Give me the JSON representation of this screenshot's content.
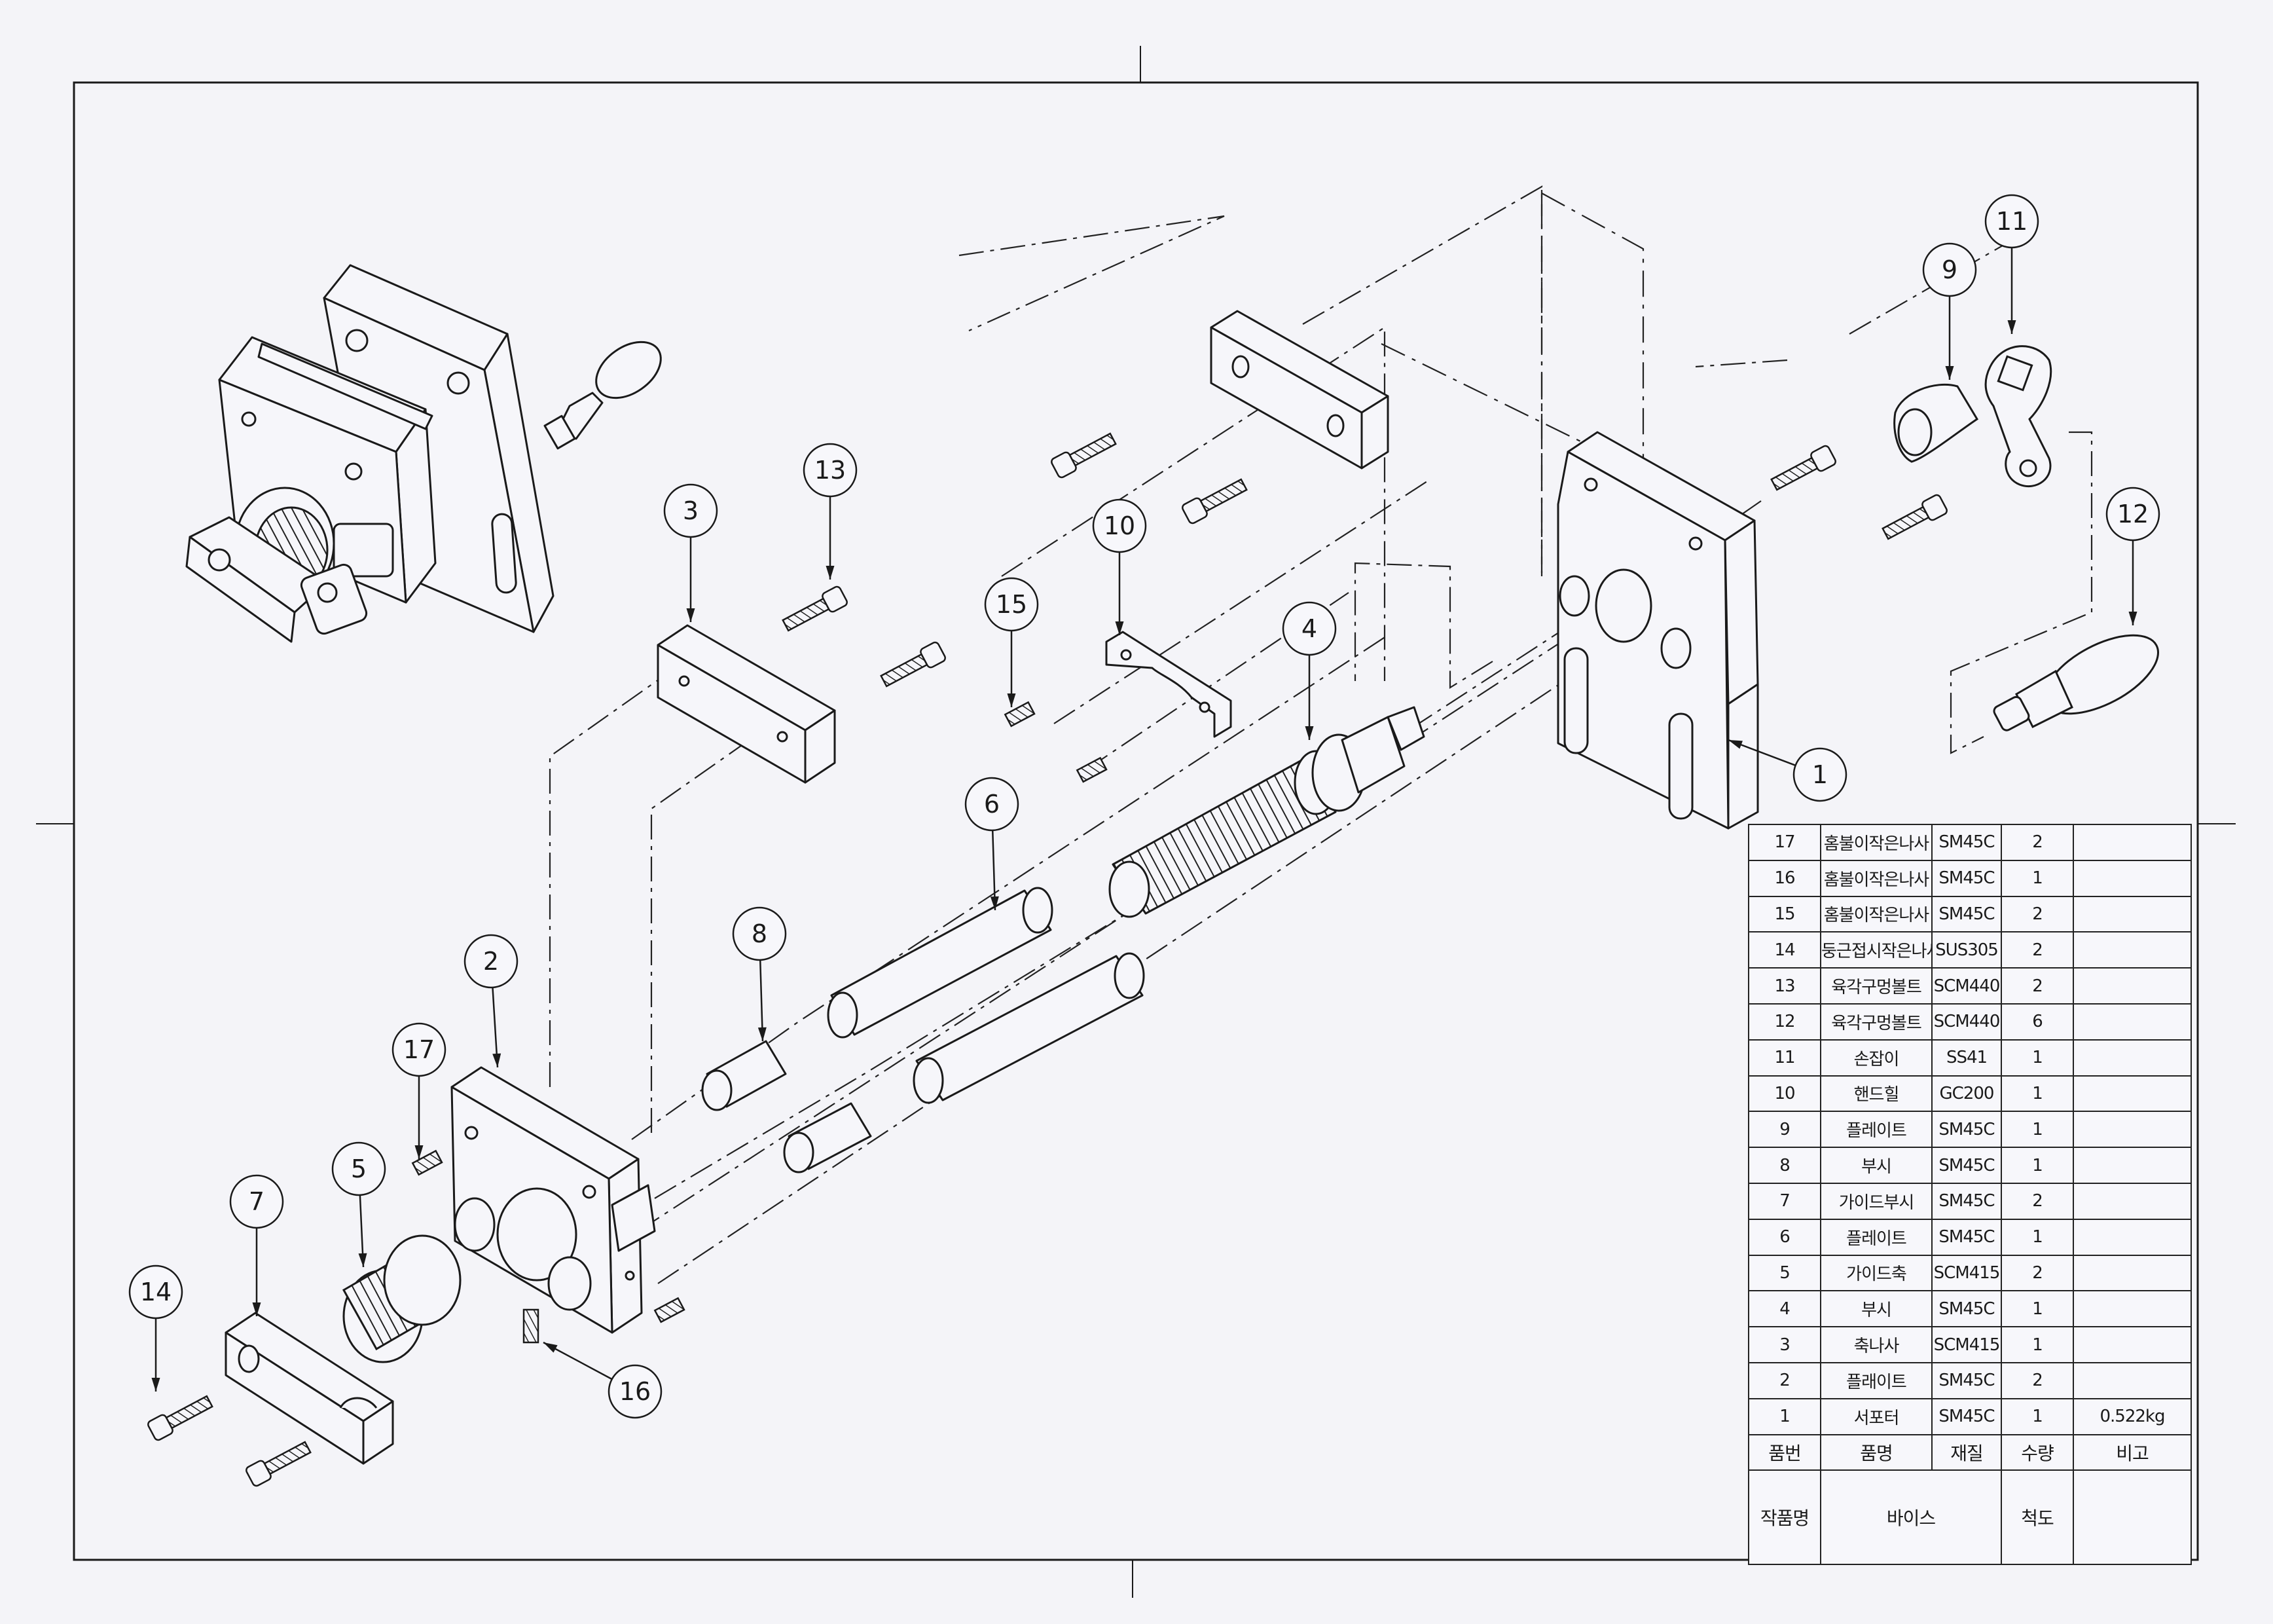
{
  "balloons": [
    {
      "label": "1"
    },
    {
      "label": "2"
    },
    {
      "label": "3"
    },
    {
      "label": "4"
    },
    {
      "label": "5"
    },
    {
      "label": "6"
    },
    {
      "label": "7"
    },
    {
      "label": "8"
    },
    {
      "label": "9"
    },
    {
      "label": "10"
    },
    {
      "label": "11"
    },
    {
      "label": "12"
    },
    {
      "label": "13"
    },
    {
      "label": "14"
    },
    {
      "label": "15"
    },
    {
      "label": "16"
    },
    {
      "label": "17"
    }
  ],
  "parts_list": {
    "rows": [
      {
        "no": "17",
        "name": "홈불이작은나사",
        "material": "SM45C",
        "qty": "2",
        "note": ""
      },
      {
        "no": "16",
        "name": "홈불이작은나사",
        "material": "SM45C",
        "qty": "1",
        "note": ""
      },
      {
        "no": "15",
        "name": "홈불이작은나사",
        "material": "SM45C",
        "qty": "2",
        "note": ""
      },
      {
        "no": "14",
        "name": "둥근접시작은나사",
        "material": "SUS305",
        "qty": "2",
        "note": ""
      },
      {
        "no": "13",
        "name": "육각구멍볼트",
        "material": "SCM440",
        "qty": "2",
        "note": ""
      },
      {
        "no": "12",
        "name": "육각구멍볼트",
        "material": "SCM440",
        "qty": "6",
        "note": ""
      },
      {
        "no": "11",
        "name": "손잡이",
        "material": "SS41",
        "qty": "1",
        "note": ""
      },
      {
        "no": "10",
        "name": "핸드힐",
        "material": "GC200",
        "qty": "1",
        "note": ""
      },
      {
        "no": "9",
        "name": "플레이트",
        "material": "SM45C",
        "qty": "1",
        "note": ""
      },
      {
        "no": "8",
        "name": "부시",
        "material": "SM45C",
        "qty": "1",
        "note": ""
      },
      {
        "no": "7",
        "name": "가이드부시",
        "material": "SM45C",
        "qty": "2",
        "note": ""
      },
      {
        "no": "6",
        "name": "플레이트",
        "material": "SM45C",
        "qty": "1",
        "note": ""
      },
      {
        "no": "5",
        "name": "가이드축",
        "material": "SCM415",
        "qty": "2",
        "note": ""
      },
      {
        "no": "4",
        "name": "부시",
        "material": "SM45C",
        "qty": "1",
        "note": ""
      },
      {
        "no": "3",
        "name": "축나사",
        "material": "SCM415",
        "qty": "1",
        "note": ""
      },
      {
        "no": "2",
        "name": "플래이트",
        "material": "SM45C",
        "qty": "2",
        "note": ""
      },
      {
        "no": "1",
        "name": "서포터",
        "material": "SM45C",
        "qty": "1",
        "note": "0.522kg"
      }
    ],
    "header": {
      "no": "품번",
      "name": "품명",
      "material": "재질",
      "qty": "수량",
      "note": "비고"
    },
    "title_block": {
      "label": "작품명",
      "value": "바이스",
      "scale_label": "척도",
      "scale_value": ""
    }
  },
  "colors": {
    "ink": "#1a1a1a",
    "paper": "#f4f4f8"
  }
}
